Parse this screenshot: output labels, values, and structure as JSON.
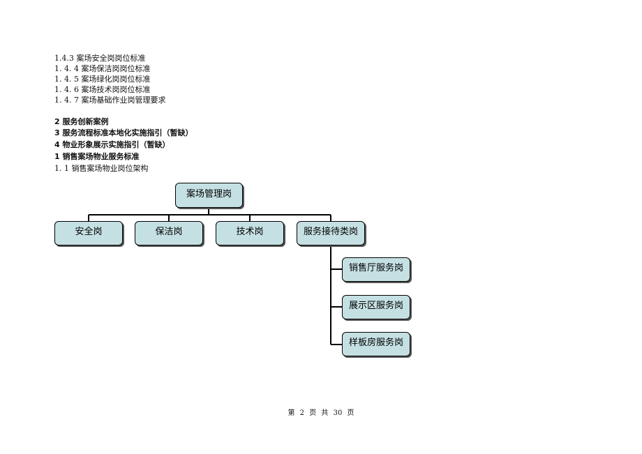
{
  "toc": {
    "line1": "1.4.3 案场安全岗岗位标准",
    "line2": "1. 4. 4 案场保洁岗岗位标准",
    "line3": "1. 4. 5 案场绿化岗岗位标准",
    "line4": "1. 4. 6 案场技术岗岗位标准",
    "line5": "1. 4. 7 案场基础作业岗管理要求",
    "line6": "2 服务创新案例",
    "line7": "3 服务流程标准本地化实施指引（暂缺）",
    "line8": "4 物业形象展示实施指引（暂缺）",
    "line9": "1 销售案场物业服务标准",
    "line10": "1. 1 销售案场物业岗位架构"
  },
  "org_chart": {
    "root": "案场管理岗",
    "level1": [
      "安全岗",
      "保洁岗",
      "技术岗",
      "服务接待类岗"
    ],
    "service_children": [
      "销售厅服务岗",
      "展示区服务岗",
      "样板房服务岗"
    ],
    "box_color": "#c5e0e3"
  },
  "footer": {
    "page_text": "第 2 页 共 30 页"
  }
}
